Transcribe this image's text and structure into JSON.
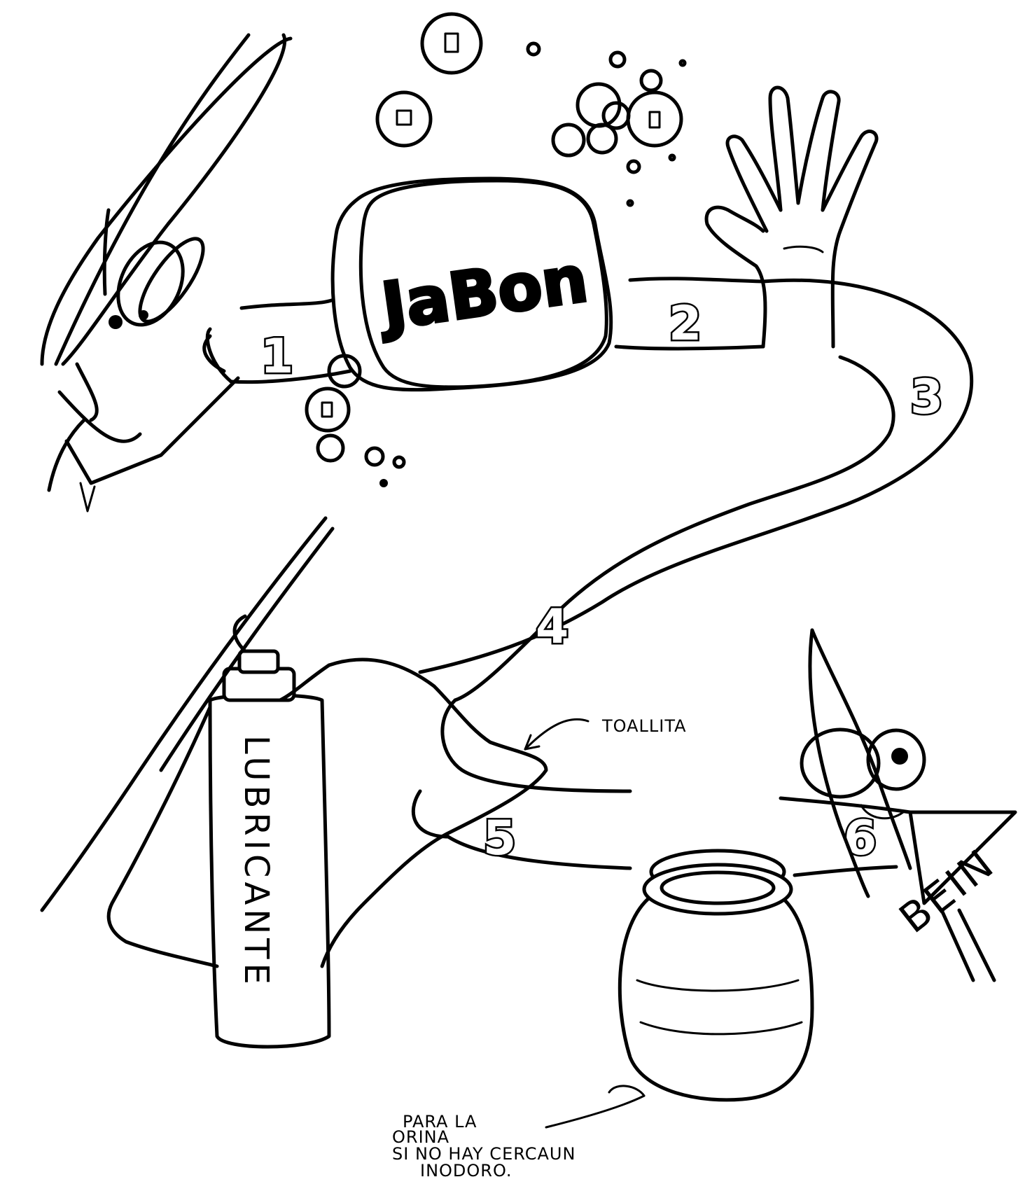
{
  "labels": {
    "jabon": "JaBon",
    "lubricante": "LUBRICANTE",
    "toallita": "TOALLITA",
    "bein": "BEIN",
    "para_la": "PARA LA",
    "orina": "ORINA",
    "si_no_hay": "SI NO HAY CERCAUN",
    "inodoro": "INODORO."
  },
  "steps": [
    "1",
    "2",
    "3",
    "4",
    "5",
    "6"
  ],
  "colors": {
    "ink": "#000000",
    "paper": "#ffffff"
  }
}
